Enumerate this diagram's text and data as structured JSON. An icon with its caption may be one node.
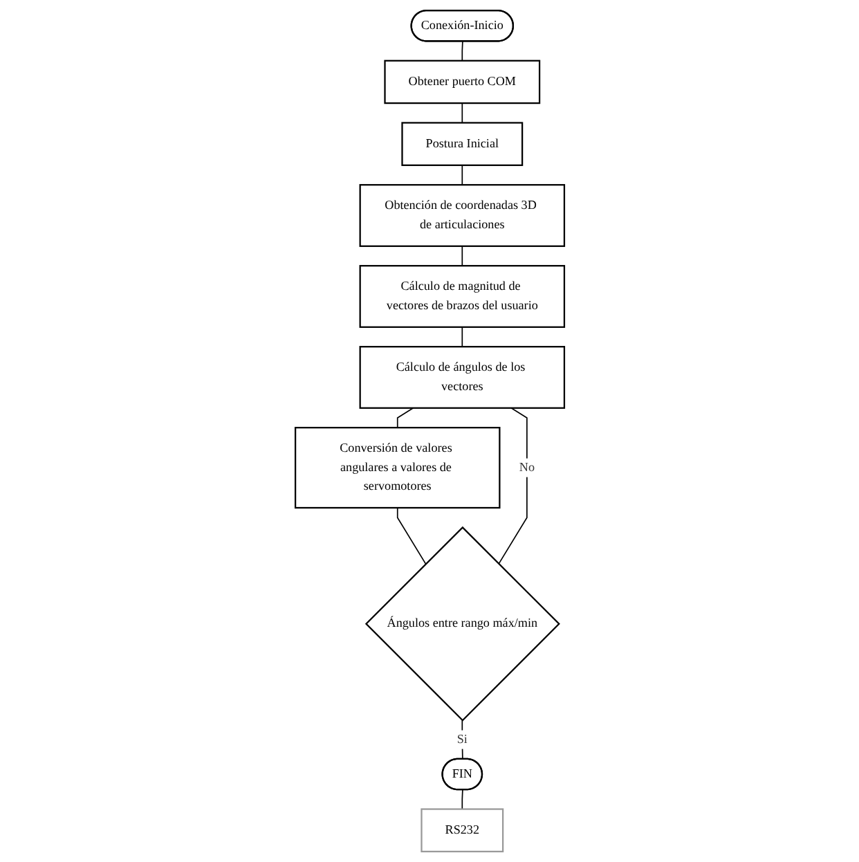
{
  "diagram": {
    "nodes": [
      {
        "text": [
          "Conexión-Inicio"
        ]
      },
      {
        "text": [
          "Obtener puerto COM"
        ]
      },
      {
        "text": [
          "Postura Inicial"
        ]
      },
      {
        "text": [
          "Obtención de coordenadas 3D de articulaciones"
        ]
      },
      {
        "text": [
          "Cálculo de magnitud de vectores de brazos del usuario"
        ]
      },
      {
        "text": [
          "Cálculo de ángulos de los vectores"
        ]
      },
      {
        "text": [
          "Conversión de valores angulares a valores de servomotores"
        ]
      },
      {
        "text": [
          "Ángulos entre rango máx/min"
        ]
      },
      {
        "text": [
          "FIN"
        ]
      },
      {
        "text": [
          "RS232"
        ]
      }
    ],
    "edges": [
      {
        "from": 0,
        "to": 1,
        "arrow": "none"
      },
      {
        "from": 1,
        "to": 2,
        "arrow": "none"
      },
      {
        "from": 2,
        "to": 3,
        "arrow": "none"
      },
      {
        "from": 3,
        "to": 4,
        "arrow": "none"
      },
      {
        "from": 4,
        "to": 5,
        "arrow": "none"
      },
      {
        "from": 5,
        "to": 6,
        "arrow": "none"
      },
      {
        "from": 6,
        "to": 7,
        "arrow": "none"
      },
      {
        "from": 7,
        "to": 5,
        "arrow": "none",
        "label": "No"
      },
      {
        "from": 7,
        "to": 8,
        "arrow": "none",
        "label": "Si"
      },
      {
        "from": 8,
        "to": 9,
        "arrow": "none"
      }
    ]
  }
}
